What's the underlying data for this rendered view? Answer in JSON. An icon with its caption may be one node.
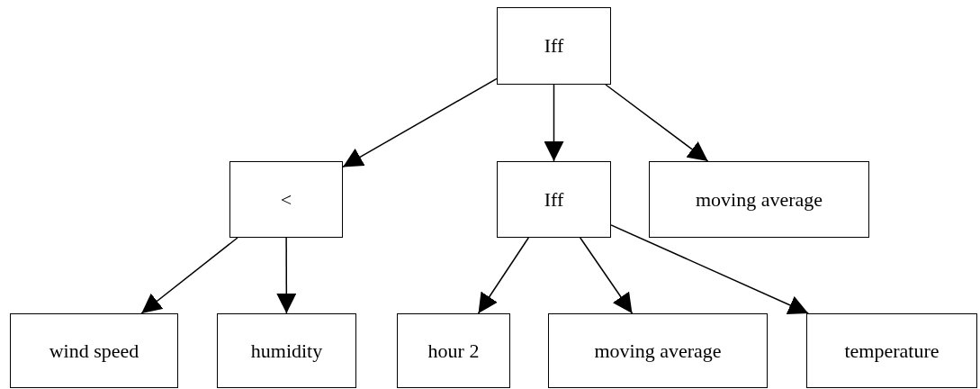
{
  "diagram": {
    "nodes": [
      {
        "text": [
          "Iff"
        ]
      },
      {
        "text": [
          "<"
        ]
      },
      {
        "text": [
          "Iff"
        ]
      },
      {
        "text": [
          "moving average"
        ]
      },
      {
        "text": [
          "wind speed"
        ]
      },
      {
        "text": [
          "humidity"
        ]
      },
      {
        "text": [
          "hour 2"
        ]
      },
      {
        "text": [
          "moving average"
        ]
      },
      {
        "text": [
          "temperature"
        ]
      }
    ],
    "edges": [
      {
        "from": 0,
        "to": 1,
        "arrow": "to"
      },
      {
        "from": 0,
        "to": 2,
        "arrow": "to"
      },
      {
        "from": 0,
        "to": 3,
        "arrow": "to"
      },
      {
        "from": 1,
        "to": 4,
        "arrow": "to"
      },
      {
        "from": 1,
        "to": 5,
        "arrow": "to"
      },
      {
        "from": 2,
        "to": 6,
        "arrow": "to"
      },
      {
        "from": 2,
        "to": 7,
        "arrow": "to"
      },
      {
        "from": 2,
        "to": 8,
        "arrow": "to"
      }
    ]
  }
}
